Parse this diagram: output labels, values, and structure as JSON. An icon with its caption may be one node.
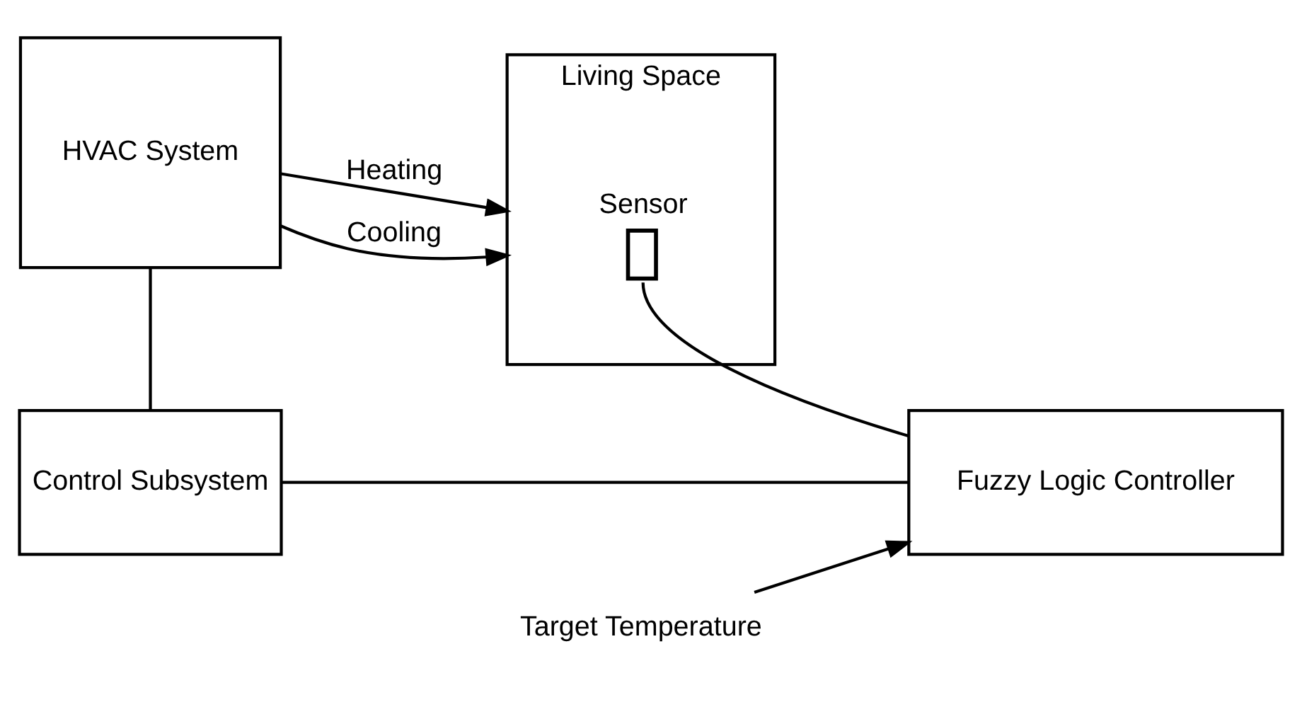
{
  "diagram": {
    "nodes": [
      {
        "text": [
          "HVAC System"
        ]
      },
      {
        "text": [
          "Living Space"
        ]
      },
      {
        "text": [
          "Sensor"
        ],
        "in": 1
      },
      {
        "text": [
          "Control Subsystem"
        ]
      },
      {
        "text": [
          "Fuzzy Logic Controller"
        ]
      },
      {
        "text": [
          "Target Temperature"
        ]
      }
    ],
    "edges": [
      {
        "from": 0,
        "to": 1,
        "arrow": "to",
        "label": "Heating"
      },
      {
        "from": 0,
        "to": 1,
        "arrow": "to",
        "label": "Cooling"
      },
      {
        "from": 0,
        "to": 3,
        "arrow": "none"
      },
      {
        "from": 3,
        "to": 4,
        "arrow": "none"
      },
      {
        "from": 2,
        "to": 4,
        "arrow": "none"
      },
      {
        "from": 5,
        "to": 4,
        "arrow": "to"
      }
    ]
  }
}
